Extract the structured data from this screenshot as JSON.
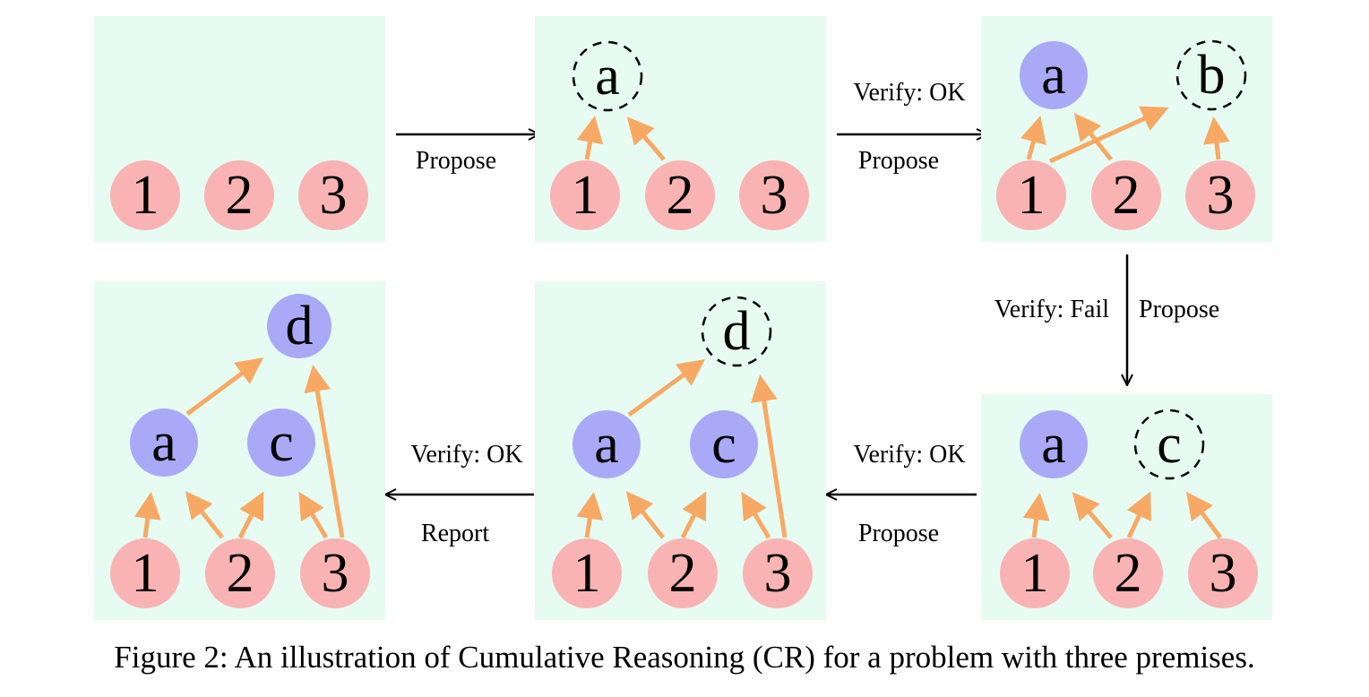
{
  "colors": {
    "panel_bg": "#e6fbf1",
    "premise": "#f9b3b3",
    "proposition": "#a9a9f7",
    "edge": "#f7a964",
    "arrow": "#000000"
  },
  "nodes": {
    "premise_1": "1",
    "premise_2": "2",
    "premise_3": "3",
    "prop_a": "a",
    "prop_b": "b",
    "prop_c": "c",
    "prop_d": "d"
  },
  "transitions": {
    "t1": {
      "labels": [
        "Propose"
      ]
    },
    "t2": {
      "labels": [
        "Verify: OK",
        "Propose"
      ]
    },
    "t3": {
      "labels": [
        "Verify: Fail",
        "Propose"
      ]
    },
    "t4": {
      "labels": [
        "Verify: OK",
        "Propose"
      ]
    },
    "t5": {
      "labels": [
        "Verify: OK",
        "Report"
      ]
    }
  },
  "caption": "Figure 2: An illustration of Cumulative Reasoning (CR) for a problem with three premises."
}
